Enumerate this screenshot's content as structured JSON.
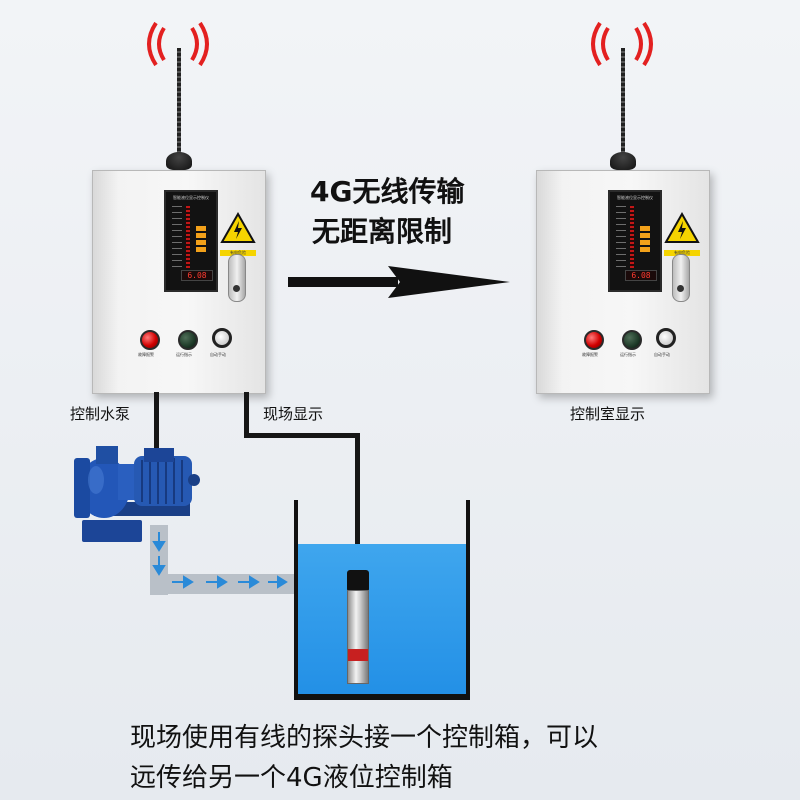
{
  "headline": {
    "line1": "4G无线传输",
    "line2": "无距离限制"
  },
  "labels": {
    "pump": "控制水泵",
    "field_display": "现场显示",
    "control_room": "控制室显示"
  },
  "caption": {
    "line1": "现场使用有线的探头接一个控制箱，可以",
    "line2": "远传给另一个4G液位控制箱"
  },
  "cabinet": {
    "display_readout": "6.08",
    "panel_title": "智能液位显示控制仪",
    "warning_text": "有电危险",
    "alarm_label": "故障报警",
    "run_label": "运行指示",
    "switch_label": "自动手动"
  },
  "colors": {
    "signal_wave": "#e32020",
    "water": "#2390e6",
    "arrow_flow": "#2a8ad8",
    "pump_blue": "#1f4fa3",
    "wire": "#161616"
  }
}
